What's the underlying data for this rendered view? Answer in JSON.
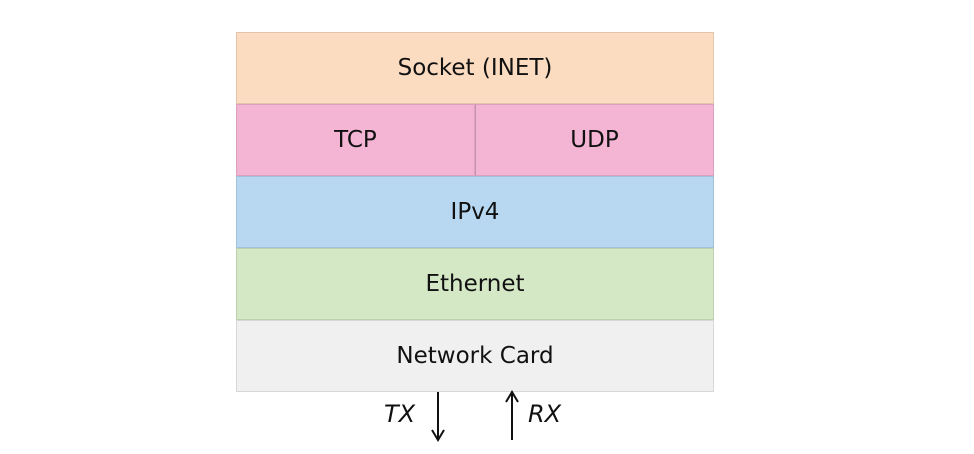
{
  "diagram": {
    "layers": {
      "socket": "Socket (INET)",
      "tcp": "TCP",
      "udp": "UDP",
      "ipv4": "IPv4",
      "ethernet": "Ethernet",
      "network_card": "Network Card"
    },
    "io": {
      "tx_label": "TX",
      "rx_label": "RX"
    },
    "colors": {
      "socket": "#fbdcc0",
      "transport": "#f4b5d5",
      "ipv4": "#b7d8f0",
      "ethernet": "#d4e8c6",
      "network_card": "#f0f0f0",
      "arrow": "#111111"
    }
  }
}
